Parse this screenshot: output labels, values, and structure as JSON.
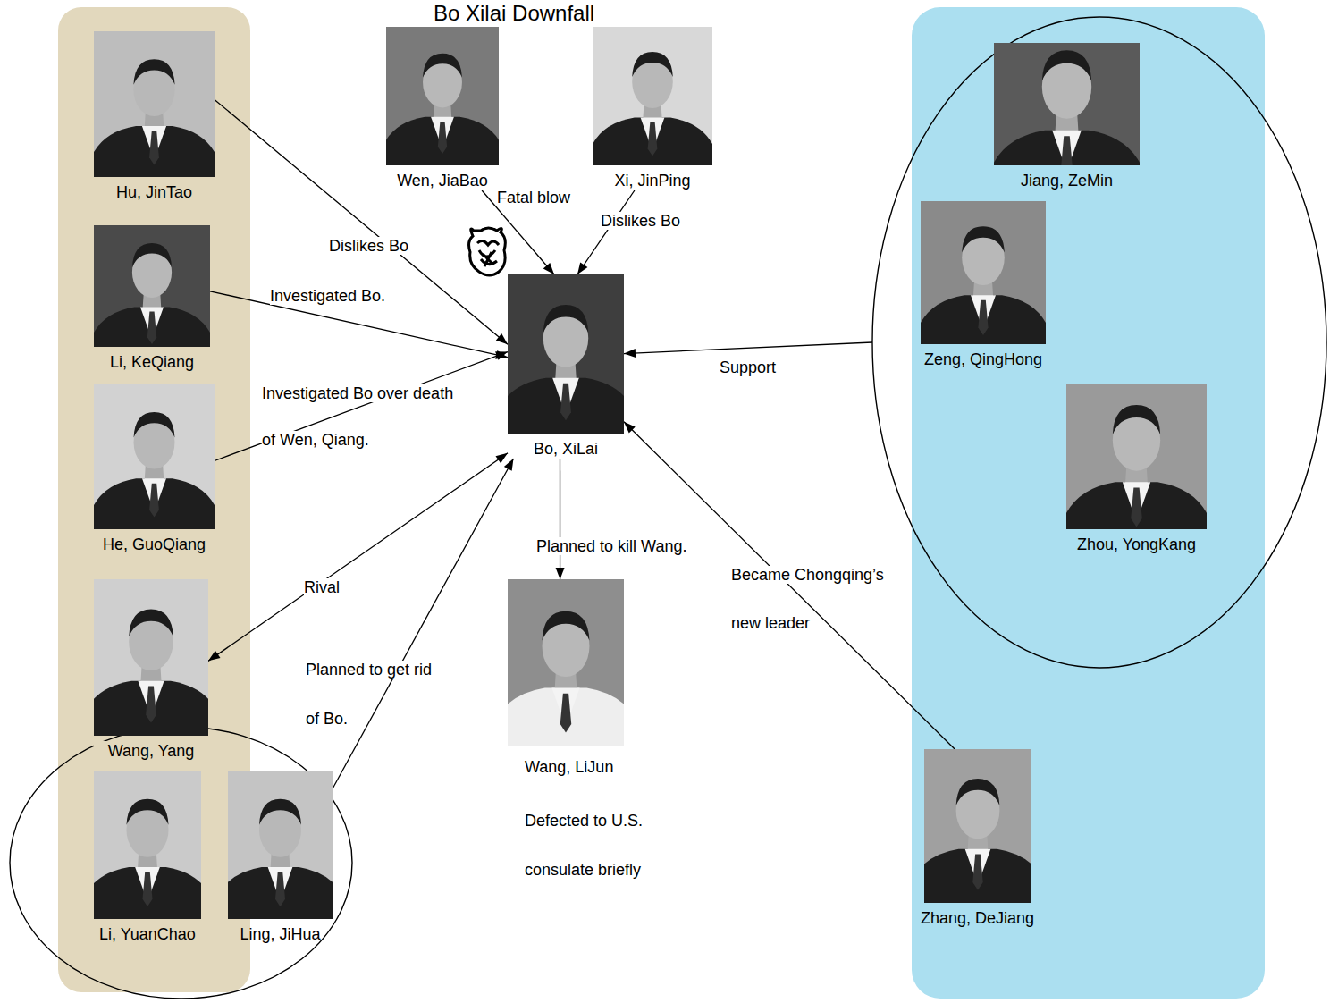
{
  "diagram": {
    "title": "Bo Xilai Downfall",
    "nodes": [
      {
        "text": []
      },
      {
        "text": [
          "Hu, JinTao"
        ],
        "in": 0
      },
      {
        "text": [
          "Li, KeQiang"
        ],
        "in": 0
      },
      {
        "text": [
          "He, GuoQiang"
        ],
        "in": 0
      },
      {
        "text": [
          "Wang, Yang"
        ],
        "in": 0
      },
      {
        "text": []
      },
      {
        "text": [
          "Li, YuanChao"
        ],
        "in": 5
      },
      {
        "text": [
          "Ling, JiHua"
        ],
        "in": 5
      },
      {
        "text": [
          "Wen, JiaBao"
        ]
      },
      {
        "text": [
          "Xi, JinPing"
        ]
      },
      {
        "text": [
          "Bo, XiLai"
        ]
      },
      {
        "text": [
          "Wang, LiJun",
          "Defected to U.S. consulate briefly"
        ]
      },
      {
        "text": []
      },
      {
        "text": []
      },
      {
        "text": [
          "Jiang, ZeMin"
        ],
        "in": 13
      },
      {
        "text": [
          "Zeng, QingHong"
        ],
        "in": 13
      },
      {
        "text": [
          "Zhou, YongKang"
        ],
        "in": 13
      },
      {
        "text": [
          "Zhang, DeJiang"
        ],
        "in": 12
      }
    ],
    "edges": [
      {
        "from": 1,
        "to": 10,
        "label": "Dislikes Bo",
        "arrow": "to"
      },
      {
        "from": 2,
        "to": 10,
        "label": "Investigated Bo.",
        "arrow": "to"
      },
      {
        "from": 3,
        "to": 10,
        "label": "Investigated Bo over death of Wen, Qiang.",
        "arrow": "to"
      },
      {
        "from": 4,
        "to": 10,
        "label": "Rival",
        "arrow": "both"
      },
      {
        "from": 5,
        "to": 10,
        "label": "Planned to get rid of Bo.",
        "arrow": "to"
      },
      {
        "from": 8,
        "to": 10,
        "label": "Fatal blow",
        "arrow": "to"
      },
      {
        "from": 9,
        "to": 10,
        "label": "Dislikes Bo",
        "arrow": "to"
      },
      {
        "from": 10,
        "to": 11,
        "label": "Planned to kill Wang.",
        "arrow": "to"
      },
      {
        "from": 13,
        "to": 10,
        "label": "Support",
        "arrow": "to"
      },
      {
        "from": 17,
        "to": 10,
        "label": "Became Chongqing’s new leader",
        "arrow": "to"
      }
    ]
  }
}
